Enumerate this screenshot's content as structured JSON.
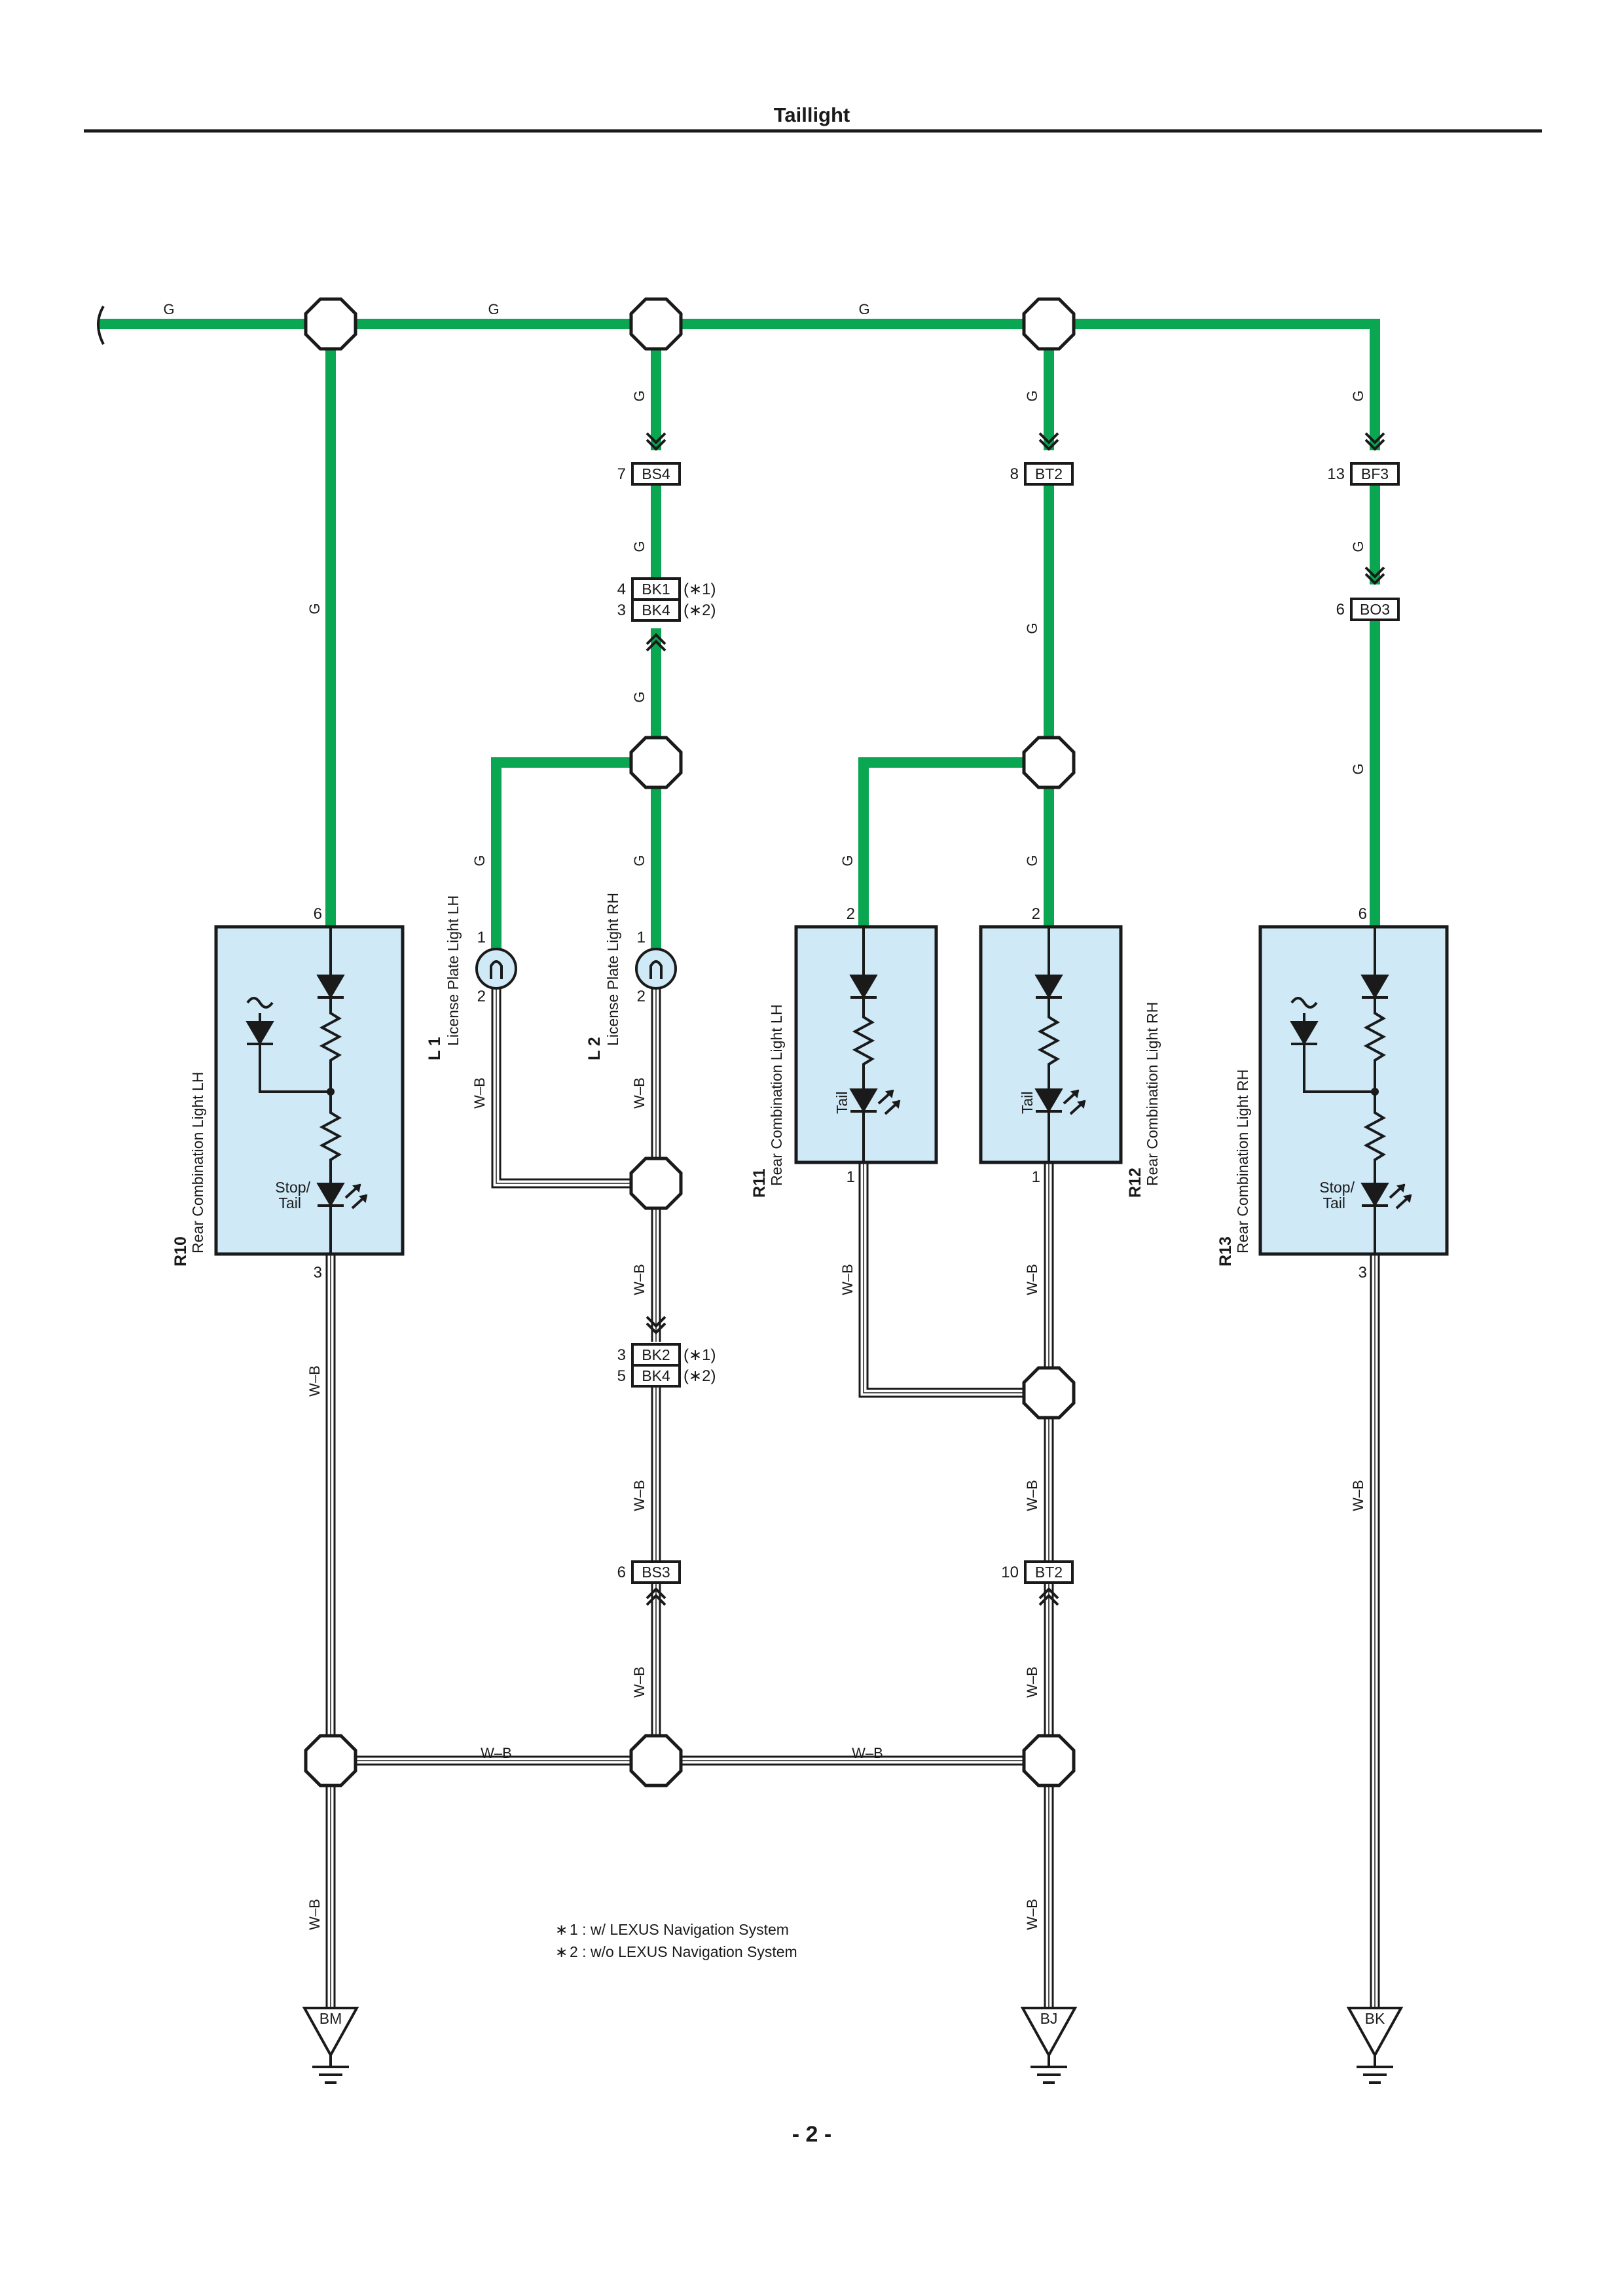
{
  "page": {
    "title": "Taillight",
    "page_number": "- 2 -"
  },
  "wire_colors": {
    "G": "#0aa651",
    "W-B": "#1a1a1a",
    "component_fill": "#cfe9f7"
  },
  "wire_labels": {
    "g": "G",
    "wb": "W–B"
  },
  "connectors": {
    "bs4": {
      "id": "BS4",
      "pin": "7"
    },
    "bt2_top": {
      "id": "BT2",
      "pin": "8"
    },
    "bf3": {
      "id": "BF3",
      "pin": "13"
    },
    "bo3": {
      "id": "BO3",
      "pin": "6"
    },
    "bk1": {
      "id": "BK1",
      "pin": "4",
      "note": "(∗1)"
    },
    "bk4_top": {
      "id": "BK4",
      "pin": "3",
      "note": "(∗2)"
    },
    "bk2": {
      "id": "BK2",
      "pin": "3",
      "note": "(∗1)"
    },
    "bk4_low": {
      "id": "BK4",
      "pin": "5",
      "note": "(∗2)"
    },
    "bs3": {
      "id": "BS3",
      "pin": "6"
    },
    "bt2_low": {
      "id": "BT2",
      "pin": "10"
    }
  },
  "components": {
    "r10": {
      "code": "R10",
      "name": "Rear Combination Light LH",
      "pin_in": "6",
      "pin_out": "3",
      "lamp_label_1": "Stop/",
      "lamp_label_2": "Tail"
    },
    "l1": {
      "code": "L 1",
      "name": "License Plate Light LH",
      "pin_in": "1",
      "pin_out": "2"
    },
    "l2": {
      "code": "L 2",
      "name": "License Plate Light RH",
      "pin_in": "1",
      "pin_out": "2"
    },
    "r11": {
      "code": "R11",
      "name": "Rear Combination Light LH",
      "pin_in": "2",
      "pin_out": "1",
      "lamp_label": "Tail"
    },
    "r12": {
      "code": "R12",
      "name": "Rear Combination Light RH",
      "pin_in": "2",
      "pin_out": "1",
      "lamp_label": "Tail"
    },
    "r13": {
      "code": "R13",
      "name": "Rear Combination Light RH",
      "pin_in": "6",
      "pin_out": "3",
      "lamp_label_1": "Stop/",
      "lamp_label_2": "Tail"
    }
  },
  "grounds": {
    "bm": "BM",
    "bj": "BJ",
    "bk": "BK"
  },
  "notes": [
    {
      "mark": "∗",
      "text": "1 : w/ LEXUS Navigation System"
    },
    {
      "mark": "∗",
      "text": "2 : w/o LEXUS Navigation System"
    }
  ]
}
